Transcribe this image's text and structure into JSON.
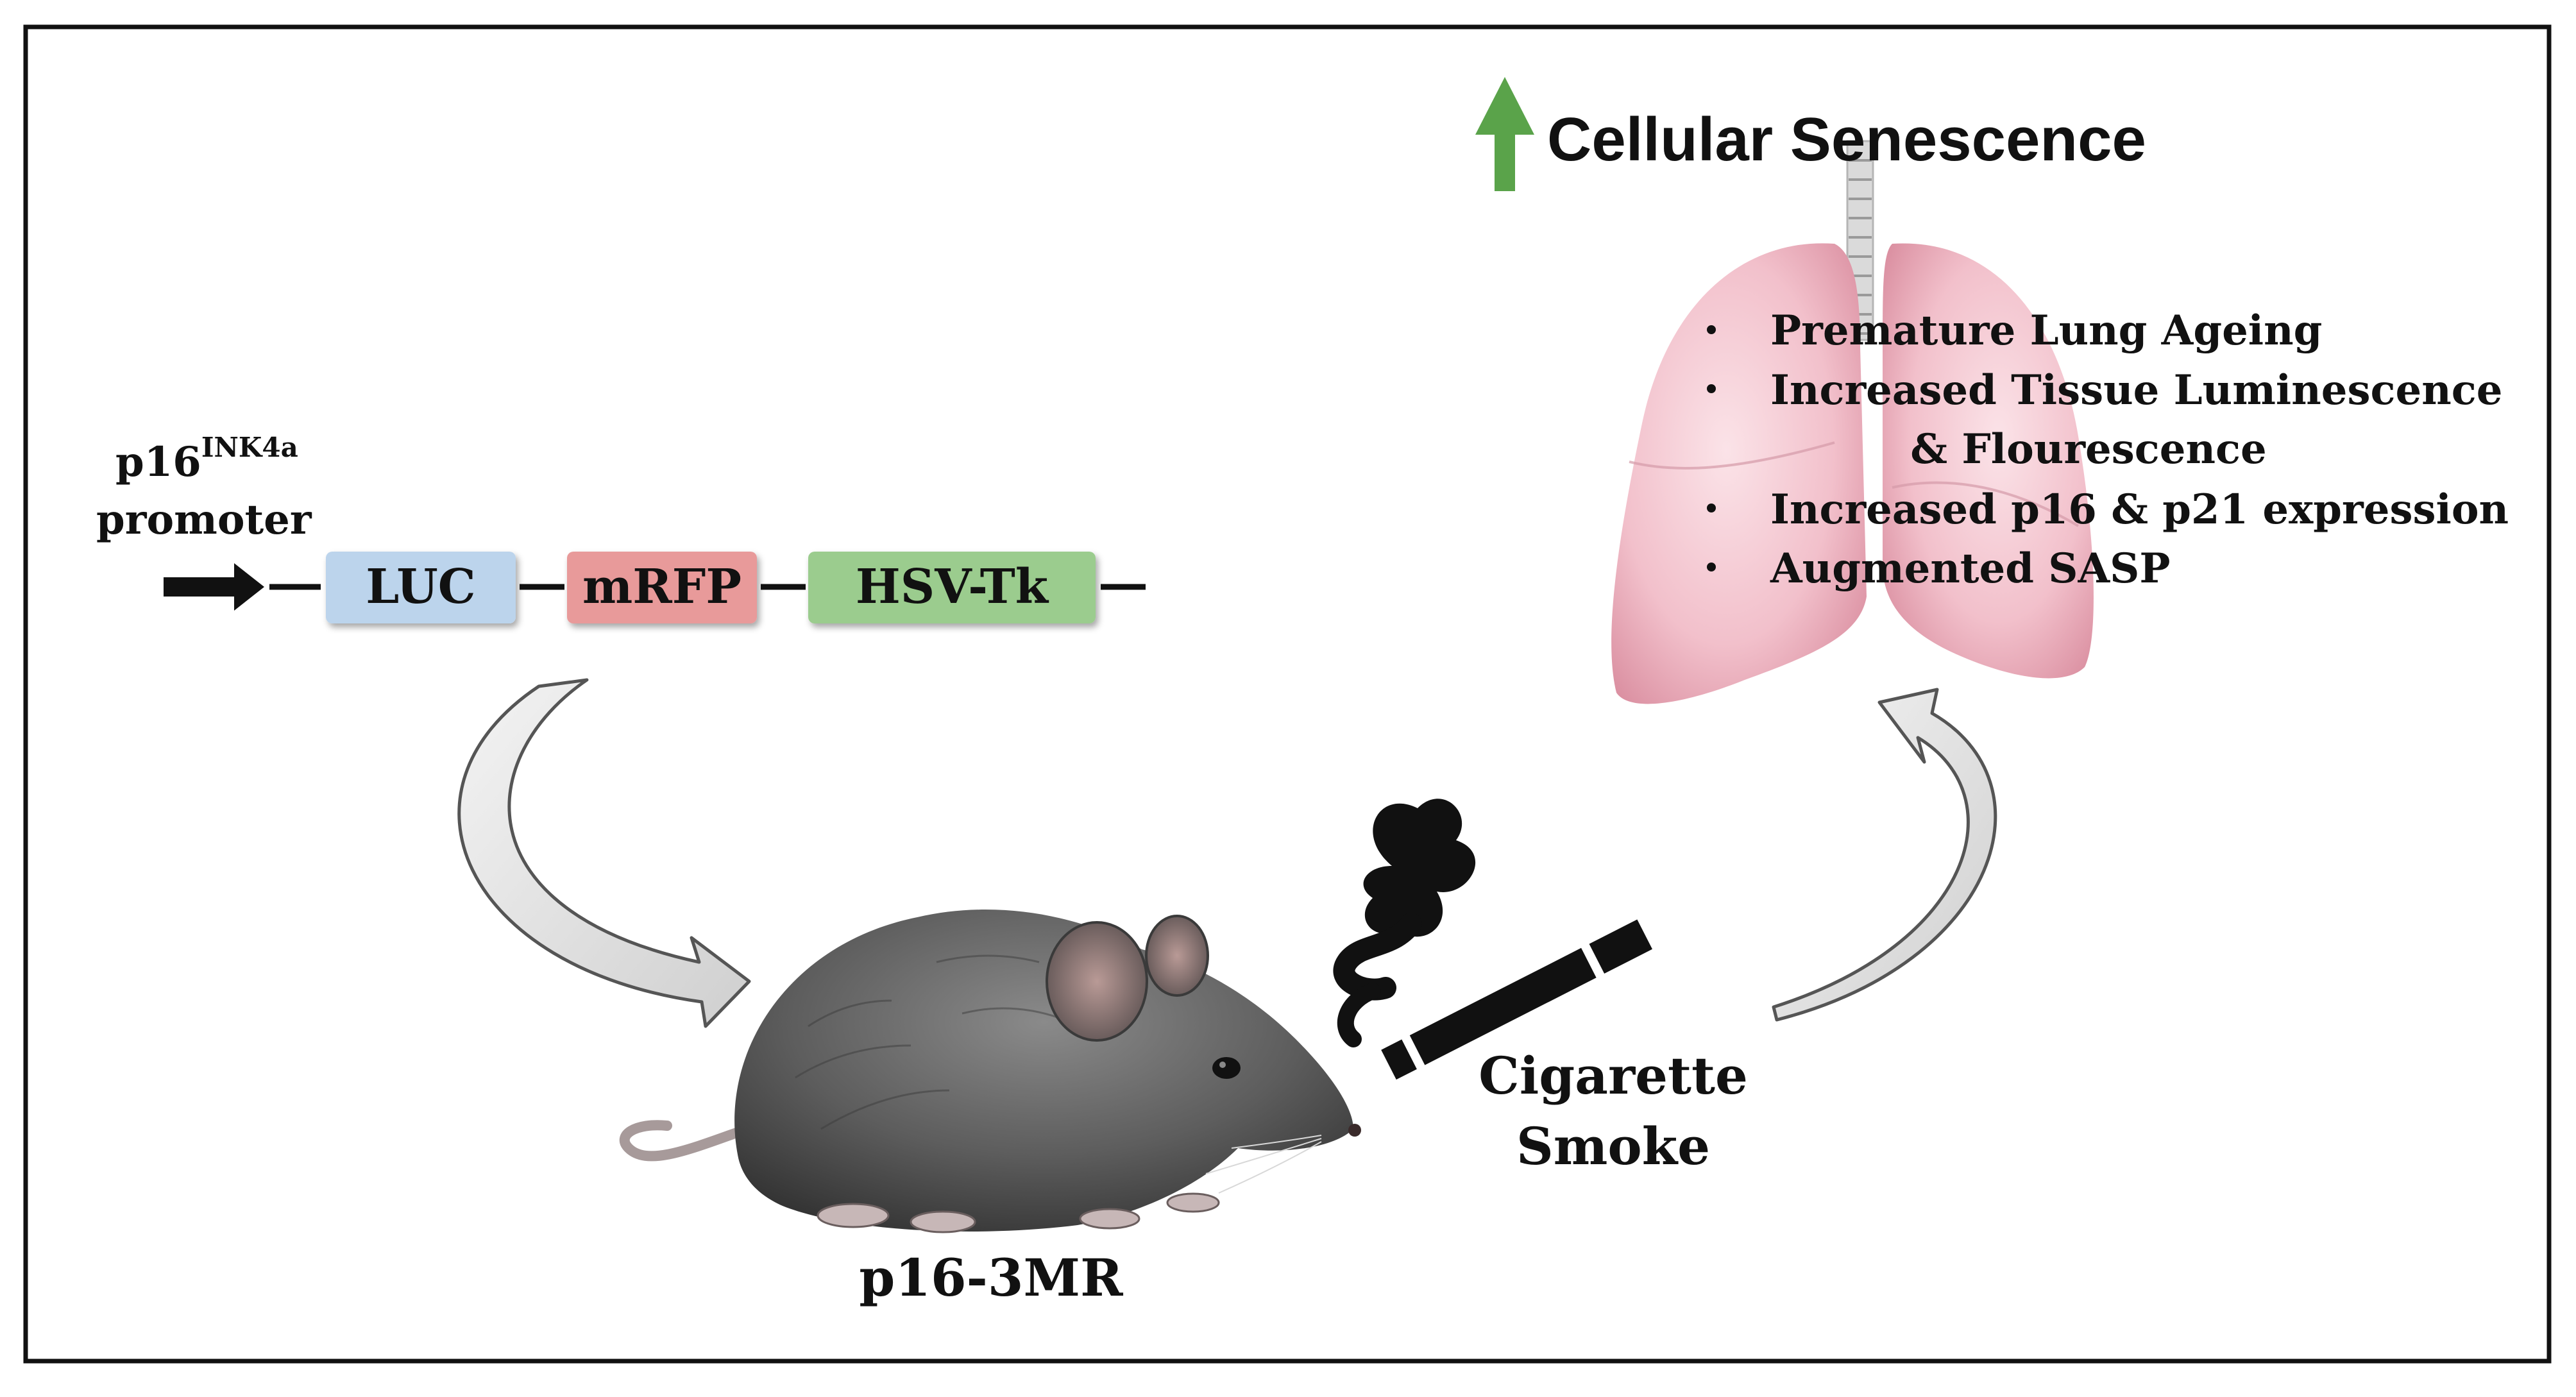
{
  "promoter": {
    "name": "p16",
    "superscript": "INK4a",
    "label": "promoter"
  },
  "construct": {
    "genes": [
      {
        "label": "LUC",
        "color": "#bcd4ec"
      },
      {
        "label": "mRFP",
        "color": "#e89a9a"
      },
      {
        "label": "HSV-Tk",
        "color": "#9bcc8e"
      }
    ]
  },
  "mouse": {
    "label": "p16-3MR"
  },
  "exposure": {
    "line1": "Cigarette",
    "line2": "Smoke",
    "icon": "smoking-cigarette-icon"
  },
  "outcome": {
    "title": "Cellular Senescence",
    "arrow_color": "#5aa34a",
    "bullets": [
      {
        "text": "Premature Lung Ageing"
      },
      {
        "text": "Increased Tissue Luminescence",
        "continuation": "& Flourescence"
      },
      {
        "text": "Increased p16 & p21 expression"
      },
      {
        "text": "Augmented SASP"
      }
    ]
  },
  "colors": {
    "frame": "#111111",
    "lung": "#f3c3cd",
    "flow_arrow": "#e6e6e6"
  }
}
